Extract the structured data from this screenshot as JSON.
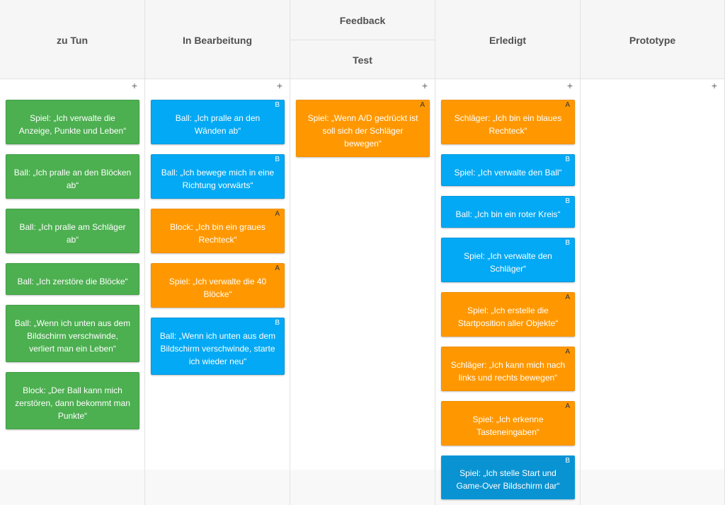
{
  "columns": {
    "todo": {
      "title": "zu Tun",
      "add": "+"
    },
    "inprogress": {
      "title": "In Bearbeitung",
      "add": "+"
    },
    "feedback": {
      "title": "Feedback",
      "subtitle": "Test",
      "add": "+"
    },
    "done": {
      "title": "Erledigt",
      "add": "+"
    },
    "prototype": {
      "title": "Prototype",
      "add": "+"
    }
  },
  "cards": {
    "todo": [
      {
        "text": "Spiel: „Ich verwalte die Anzeige, Punkte und Leben“",
        "color": "green"
      },
      {
        "text": "Ball: „Ich pralle an den Blöcken ab“",
        "color": "green"
      },
      {
        "text": "Ball: „Ich pralle am Schläger ab“",
        "color": "green"
      },
      {
        "text": "Ball: „Ich zerstöre die Blöcke“",
        "color": "green"
      },
      {
        "text": "Ball: „Wenn ich unten aus dem Bildschirm verschwinde, verliert man ein Leben“",
        "color": "green"
      },
      {
        "text": "Block: „Der Ball kann mich zerstören, dann bekommt man Punkte“",
        "color": "green"
      }
    ],
    "inprogress": [
      {
        "text": "Ball: „Ich pralle an den Wänden ab“",
        "badge": "B",
        "color": "blue"
      },
      {
        "text": "Ball: „Ich bewege mich in eine Richtung vorwärts“",
        "badge": "B",
        "color": "blue"
      },
      {
        "text": "Block: „Ich bin ein graues Rechteck“",
        "badge": "A",
        "color": "orange"
      },
      {
        "text": "Spiel: „Ich verwalte die 40 Blöcke“",
        "badge": "A",
        "color": "orange"
      },
      {
        "text": "Ball: „Wenn ich unten aus dem Bildschirm verschwinde, starte ich wieder neu“",
        "badge": "B",
        "color": "blue"
      }
    ],
    "feedback": [
      {
        "text": "Spiel: „Wenn A/D gedrückt ist soll sich der Schläger bewegen“",
        "badge": "A",
        "color": "orange"
      }
    ],
    "done": [
      {
        "text": "Schläger: „Ich bin ein blaues Rechteck“",
        "badge": "A",
        "color": "orange"
      },
      {
        "text": "Spiel: „Ich verwalte den Ball“",
        "badge": "B",
        "color": "blue"
      },
      {
        "text": "Ball: „Ich bin ein roter Kreis“",
        "badge": "B",
        "color": "blue"
      },
      {
        "text": "Spiel: „Ich verwalte den Schläger“",
        "badge": "B",
        "color": "blue"
      },
      {
        "text": "Spiel: „Ich erstelle die Startposition aller Objekte“",
        "badge": "A",
        "color": "orange"
      },
      {
        "text": "Schläger: „Ich kann mich nach links und rechts bewegen“",
        "badge": "A",
        "color": "orange"
      },
      {
        "text": "Spiel: „Ich erkenne Tasteneingaben“",
        "badge": "A",
        "color": "orange"
      },
      {
        "text": "Spiel: „Ich stelle Start und Game-Over Bildschirm dar“",
        "badge": "B",
        "color": "blue"
      }
    ]
  }
}
